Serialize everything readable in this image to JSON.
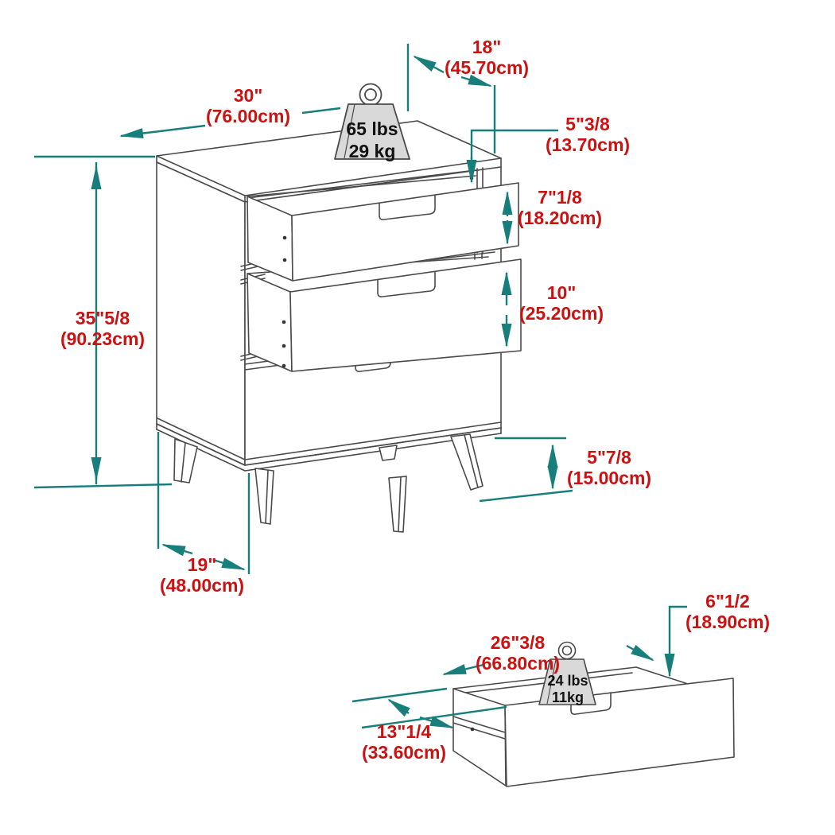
{
  "diagram": {
    "title": "furniture-dimension-diagram",
    "colors": {
      "dimension_line": "#177E7C",
      "label_text": "#CC1111",
      "artwork_line": "#4A4A4A",
      "weight_fill": "#D9D9D9",
      "weight_text": "#111111",
      "background": "#FFFFFF"
    },
    "main_unit": {
      "description": "3-drawer chest with two open drawers",
      "weight_capacity": {
        "lbs": "65 lbs",
        "kg": "29 kg"
      },
      "dimensions": {
        "top_depth": {
          "inches": "18\"",
          "cm": "(45.70cm)"
        },
        "top_width": {
          "inches": "30\"",
          "cm": "(76.00cm)"
        },
        "top_gap": {
          "inches": "5\"3/8",
          "cm": "(13.70cm)"
        },
        "top_drawer_front": {
          "inches": "7\"1/8",
          "cm": "(18.20cm)"
        },
        "mid_drawer_front": {
          "inches": "10\"",
          "cm": "(25.20cm)"
        },
        "overall_height": {
          "inches": "35\"5/8",
          "cm": "(90.23cm)"
        },
        "leg_height": {
          "inches": "5\"7/8",
          "cm": "(15.00cm)"
        },
        "base_depth": {
          "inches": "19\"",
          "cm": "(48.00cm)"
        }
      }
    },
    "drawer_unit": {
      "description": "single pulled-out drawer",
      "weight_capacity": {
        "lbs": "24 lbs",
        "kg": "11kg"
      },
      "dimensions": {
        "drawer_height": {
          "inches": "6\"1/2",
          "cm": "(18.90cm)"
        },
        "drawer_width": {
          "inches": "26\"3/8",
          "cm": "(66.80cm)"
        },
        "drawer_depth": {
          "inches": "13\"1/4",
          "cm": "(33.60cm)"
        }
      }
    }
  }
}
